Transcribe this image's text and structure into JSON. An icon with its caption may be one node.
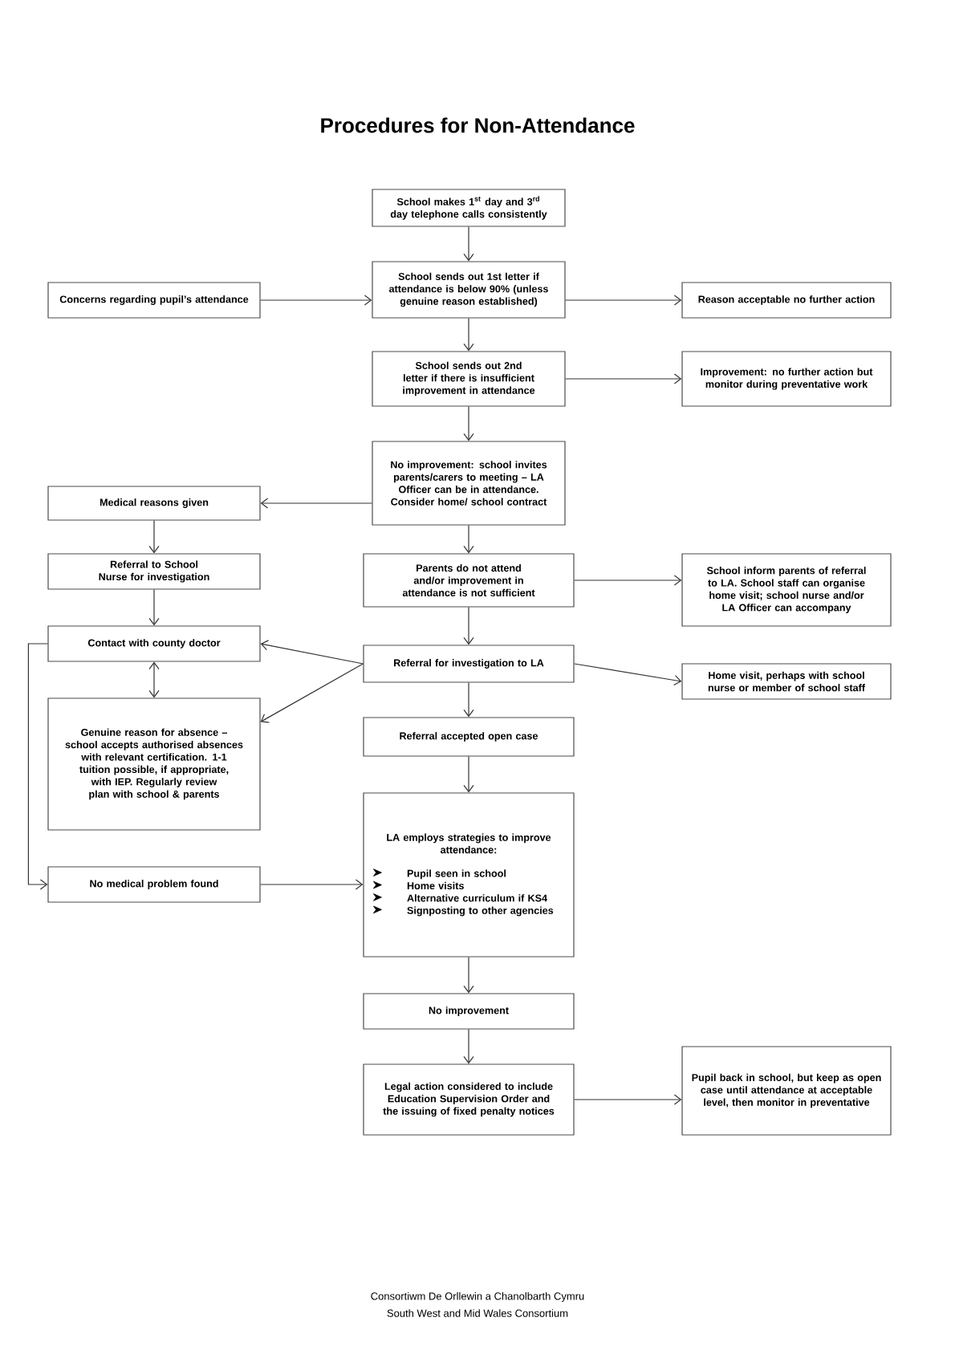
{
  "diagram": {
    "title": "Procedures for Non-Attendance",
    "nodes": [
      {
        "text": [
          "School makes 1$^{st}$ day and 3$^{rd}$ day telephone calls consistently"
        ]
      },
      {
        "text": [
          "Concerns regarding pupil’s attendance"
        ]
      },
      {
        "text": [
          "School sends out 1st letter if attendance is below 90% (unless genuine reason established)"
        ]
      },
      {
        "text": [
          "Reason acceptable no further action"
        ]
      },
      {
        "text": [
          "School sends out 2nd letter if there is insufficient improvement in attendance"
        ]
      },
      {
        "text": [
          "Improvement: no further action but monitor during preventative work"
        ]
      },
      {
        "text": [
          "No improvement: school invites parents/carers to meeting – LA Officer can be in attendance. Consider home/ school contract"
        ]
      },
      {
        "text": [
          "Medical reasons given"
        ]
      },
      {
        "text": [
          "Referral to School Nurse for investigation"
        ]
      },
      {
        "text": [
          "Parents do not attend and/or improvement in attendance is not sufficient"
        ]
      },
      {
        "text": [
          "School inform parents of referral to LA. School staff can organise home visit; school nurse and/or LA Officer can accompany"
        ]
      },
      {
        "text": [
          "Contact with county doctor"
        ]
      },
      {
        "text": [
          "Referral for investigation to LA"
        ]
      },
      {
        "text": [
          "Home visit, perhaps with school nurse or member of school staff"
        ]
      },
      {
        "text": [
          "Genuine reason for absence – school accepts authorised absences with relevant certification.  1-1 tuition possible, if appropriate, with IEP. Regularly review plan with school & parents"
        ]
      },
      {
        "text": [
          "Referral accepted open case"
        ]
      },
      {
        "text": [
          "LA employs strategies to improve attendance:",
          "Pupil seen in school",
          "Home visits",
          "Alternative curriculum if KS4",
          "Signposting to other agencies"
        ]
      },
      {
        "text": [
          "No medical problem found"
        ]
      },
      {
        "text": [
          "No improvement"
        ]
      },
      {
        "text": [
          "Legal action considered to include Education Supervision Order and the issuing of fixed penalty notices"
        ]
      },
      {
        "text": [
          "Pupil back in school, but keep as open case until attendance at acceptable level, then monitor in preventative"
        ]
      }
    ],
    "edges": [
      {
        "from": 0,
        "to": 2,
        "arrow": "to"
      },
      {
        "from": 1,
        "to": 2,
        "arrow": "to"
      },
      {
        "from": 2,
        "to": 3,
        "arrow": "to"
      },
      {
        "from": 2,
        "to": 4,
        "arrow": "to"
      },
      {
        "from": 4,
        "to": 5,
        "arrow": "to"
      },
      {
        "from": 4,
        "to": 6,
        "arrow": "to"
      },
      {
        "from": 6,
        "to": 7,
        "arrow": "to"
      },
      {
        "from": 7,
        "to": 8,
        "arrow": "to"
      },
      {
        "from": 6,
        "to": 9,
        "arrow": "to"
      },
      {
        "from": 8,
        "to": 11,
        "arrow": "to"
      },
      {
        "from": 9,
        "to": 10,
        "arrow": "to"
      },
      {
        "from": 11,
        "to": 14,
        "arrow": "both"
      },
      {
        "from": 9,
        "to": 12,
        "arrow": "to"
      },
      {
        "from": 12,
        "to": 11,
        "arrow": "to"
      },
      {
        "from": 12,
        "to": 14,
        "arrow": "to"
      },
      {
        "from": 12,
        "to": 13,
        "arrow": "to"
      },
      {
        "from": 12,
        "to": 15,
        "arrow": "to"
      },
      {
        "from": 11,
        "to": 17,
        "arrow": "to"
      },
      {
        "from": 17,
        "to": 16,
        "arrow": "to"
      },
      {
        "from": 15,
        "to": 16,
        "arrow": "to"
      },
      {
        "from": 16,
        "to": 18,
        "arrow": "to"
      },
      {
        "from": 18,
        "to": 19,
        "arrow": "to"
      },
      {
        "from": 19,
        "to": 20,
        "arrow": "to"
      }
    ],
    "labels": [
      "Consortiwm De Orllewin a Chanolbarth Cymru",
      "South West and Mid Wales Consortium"
    ]
  }
}
